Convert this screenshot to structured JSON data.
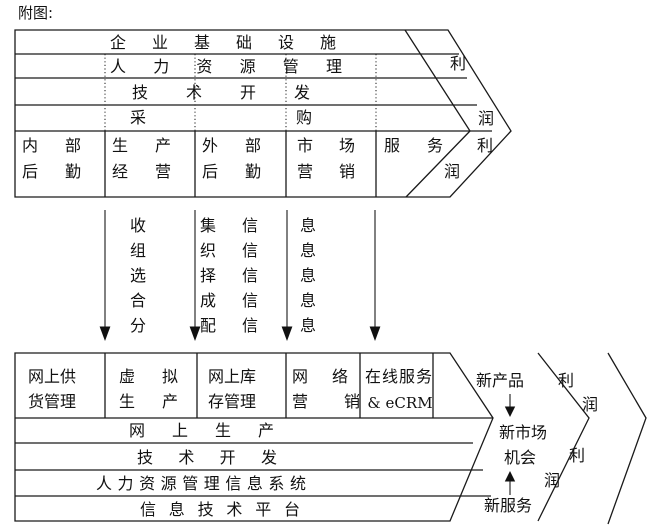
{
  "figure_label": "附图:",
  "top_chain": {
    "support_rows": [
      "企 业 基 础 设 施",
      "人 力 资 源 管 理",
      "技 术 开 发",
      "采 购"
    ],
    "primary_cells": [
      {
        "line1": "内 部",
        "line2": "后 勤"
      },
      {
        "line1": "生 产",
        "line2": "经 营"
      },
      {
        "line1": "外 部",
        "line2": "后 勤"
      },
      {
        "line1": "市 场",
        "line2": "营 销"
      },
      {
        "line1": "服 务",
        "line2": ""
      }
    ],
    "margin_upper": [
      "利",
      "润"
    ],
    "margin_lower": [
      "利",
      "润"
    ]
  },
  "info_flow": {
    "rows": [
      "收集信息",
      "组织信息",
      "选择信息",
      "合成信息",
      "分配信息"
    ]
  },
  "bottom_chain": {
    "top_cells": [
      {
        "line1": "网上供",
        "line2": "货管理"
      },
      {
        "line1": "虚 拟",
        "line2": "生 产"
      },
      {
        "line1": "网上库",
        "line2": "存管理"
      },
      {
        "line1": "网 络",
        "line2": "营 销"
      },
      {
        "line1": "在线服务",
        "line2": "& eCRM"
      }
    ],
    "rows": [
      "网 上 生 产",
      "技 术 开 发",
      "人 力 资 源 管 理 信 息 系 统",
      "信 息 技 术 平 台"
    ],
    "arrow_band": {
      "top": "新产品",
      "middle1": "新市场",
      "middle2": "机会",
      "bottom": "新服务"
    },
    "margin_upper": [
      "利",
      "润"
    ],
    "margin_lower": [
      "利",
      "润"
    ]
  },
  "colors": {
    "line": "#1a1a1a",
    "text": "#111111",
    "background": "#ffffff"
  }
}
